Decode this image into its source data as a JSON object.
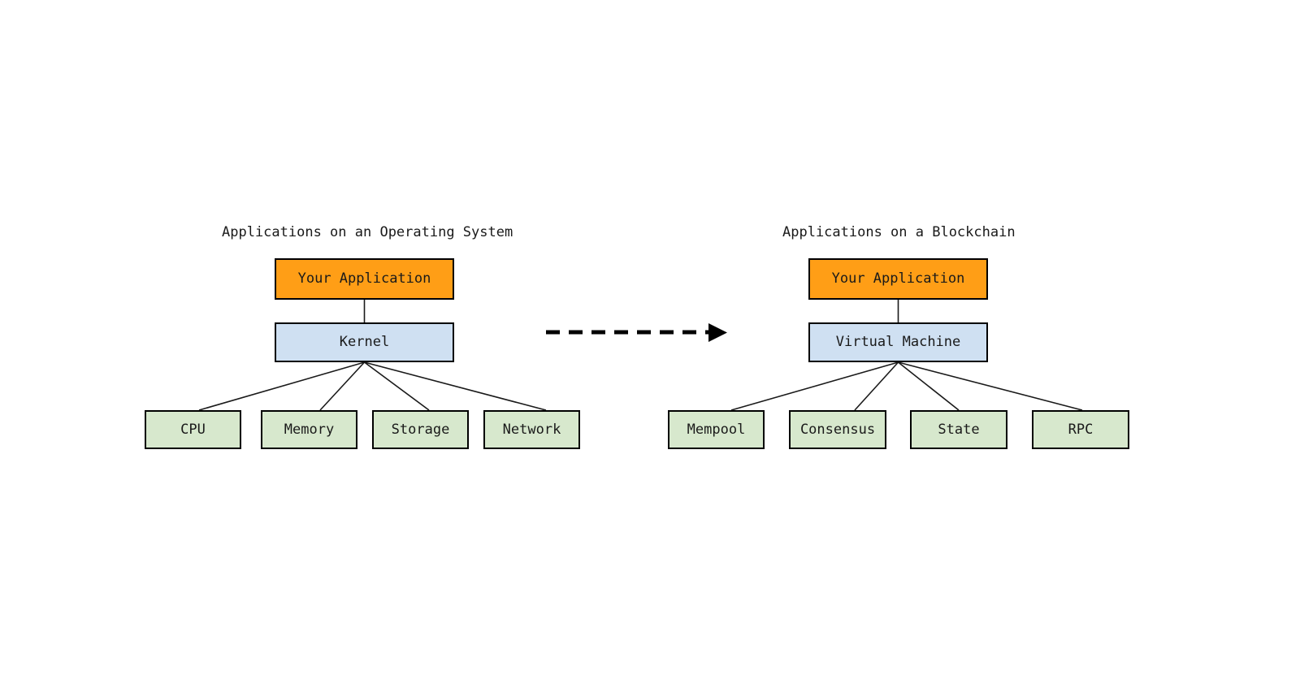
{
  "diagram": {
    "background_color": "#ffffff",
    "panels": [
      {
        "id": "os",
        "title": "Applications on an Operating System",
        "app": {
          "label": "Your Application",
          "color": "#ff9e16"
        },
        "runtime": {
          "label": "Kernel",
          "color": "#cfe0f2"
        },
        "resources": [
          {
            "label": "CPU",
            "color": "#d7e8cd"
          },
          {
            "label": "Memory",
            "color": "#d7e8cd"
          },
          {
            "label": "Storage",
            "color": "#d7e8cd"
          },
          {
            "label": "Network",
            "color": "#d7e8cd"
          }
        ]
      },
      {
        "id": "blockchain",
        "title": "Applications on a Blockchain",
        "app": {
          "label": "Your Application",
          "color": "#ff9e16"
        },
        "runtime": {
          "label": "Virtual Machine",
          "color": "#cfe0f2"
        },
        "resources": [
          {
            "label": "Mempool",
            "color": "#d7e8cd"
          },
          {
            "label": "Consensus",
            "color": "#d7e8cd"
          },
          {
            "label": "State",
            "color": "#d7e8cd"
          },
          {
            "label": "RPC",
            "color": "#d7e8cd"
          }
        ]
      }
    ],
    "transition_arrow": {
      "name": "dashed-right-arrow",
      "style": "dashed",
      "label": "",
      "color": "#000000"
    },
    "edge_color": "#1a1a1a",
    "border_color": "#000000",
    "text_color": "#1a1a1a"
  }
}
